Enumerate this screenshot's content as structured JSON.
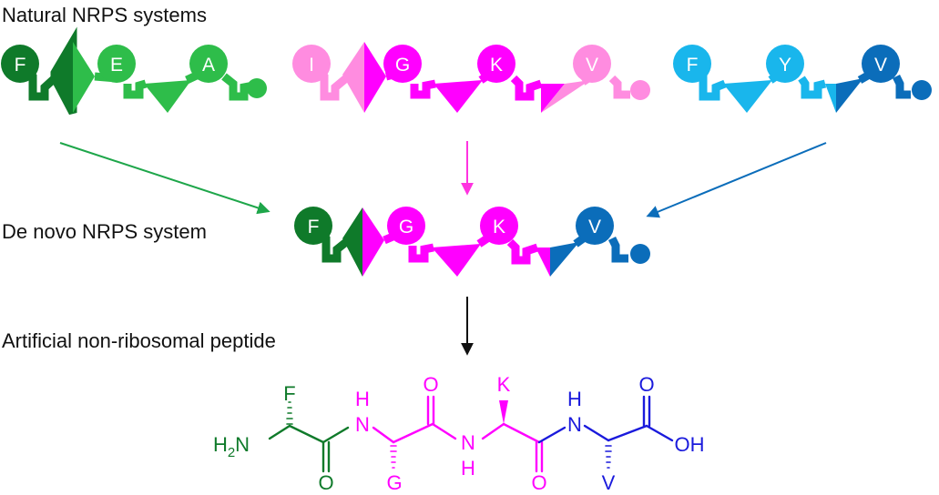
{
  "headings": {
    "natural": "Natural NRPS systems",
    "denovo": "De novo NRPS system",
    "peptide": "Artificial non-ribosomal peptide"
  },
  "colors": {
    "green_dark": "#0f7a2a",
    "green_light": "#2ebd4a",
    "magenta": "#ff00ff",
    "pink": "#ff8ce0",
    "blue_light": "#19b6ec",
    "blue_dark": "#0b6dba",
    "navy": "#1a1adc",
    "black": "#111111"
  },
  "systems": {
    "green": [
      "F",
      "E",
      "A"
    ],
    "pink": [
      "I",
      "G",
      "K",
      "V"
    ],
    "blue": [
      "F",
      "Y",
      "V"
    ],
    "denovo": [
      "F",
      "G",
      "K",
      "V"
    ]
  },
  "molecule": {
    "h2": "H",
    "h2_sub": "2",
    "n": "N",
    "f": "F",
    "o1": "O",
    "nh1_h": "H",
    "nh1_n": "N",
    "g": "G",
    "o2": "O",
    "nh2_n": "N",
    "nh2_h": "H",
    "k": "K",
    "o3": "O",
    "nh3_h": "H",
    "nh3_n": "N",
    "v": "V",
    "o4": "O",
    "oh": "OH"
  }
}
